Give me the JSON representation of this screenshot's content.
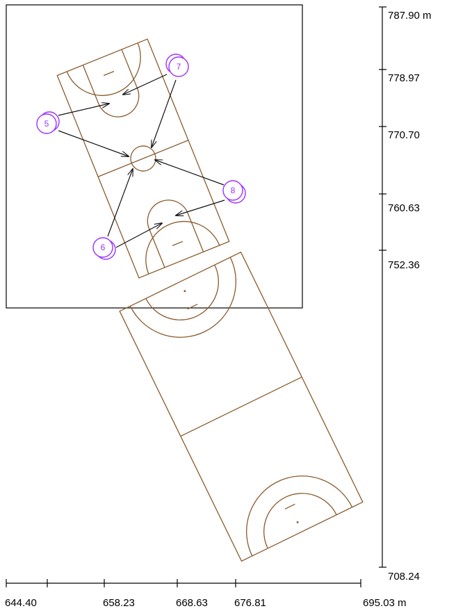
{
  "colors": {
    "court": "#8a5a2b",
    "player": "#9b30ff",
    "arrow": "#111111"
  },
  "axes": {
    "y_labels": [
      "787.90 m",
      "778.97",
      "770.70",
      "760.63",
      "752.36",
      "708.24"
    ],
    "x_labels": [
      "644.40",
      "658.23",
      "668.63",
      "676.81",
      "695.03 m"
    ]
  },
  "players": [
    {
      "label": "5"
    },
    {
      "label": "6"
    },
    {
      "label": "7"
    },
    {
      "label": "8"
    }
  ]
}
